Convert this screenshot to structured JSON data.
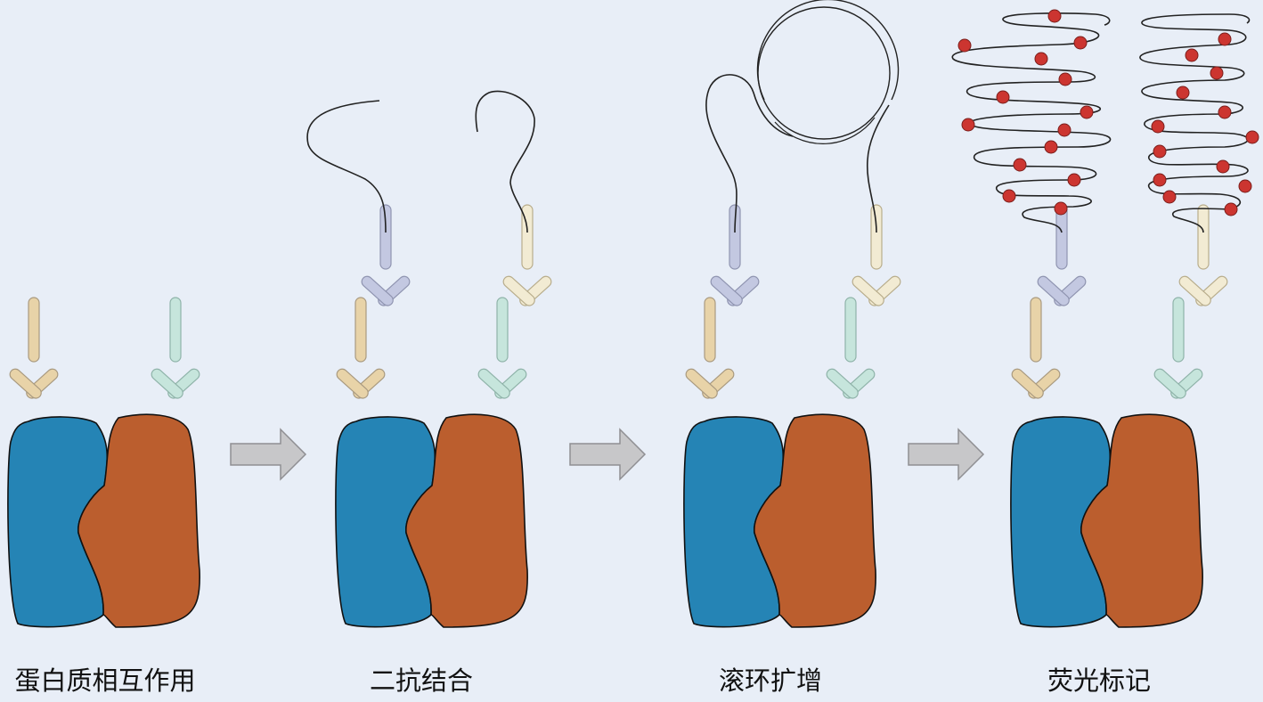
{
  "stages": [
    {
      "label": "蛋白质相互作用"
    },
    {
      "label": "二抗结合"
    },
    {
      "label": "滚环扩增"
    },
    {
      "label": "荧光标记"
    }
  ],
  "colors": {
    "background": "#e8eef7",
    "protein_blue": "#2584b5",
    "protein_orange": "#bb5e2e",
    "primary_antibody_left": "#e8d3a8",
    "primary_antibody_right": "#c6e5dc",
    "secondary_antibody_left": "#c3c8e1",
    "secondary_antibody_right": "#f2ebd3",
    "fluorescent_probe": "#cc3530",
    "arrow": "#c7c7c9"
  }
}
